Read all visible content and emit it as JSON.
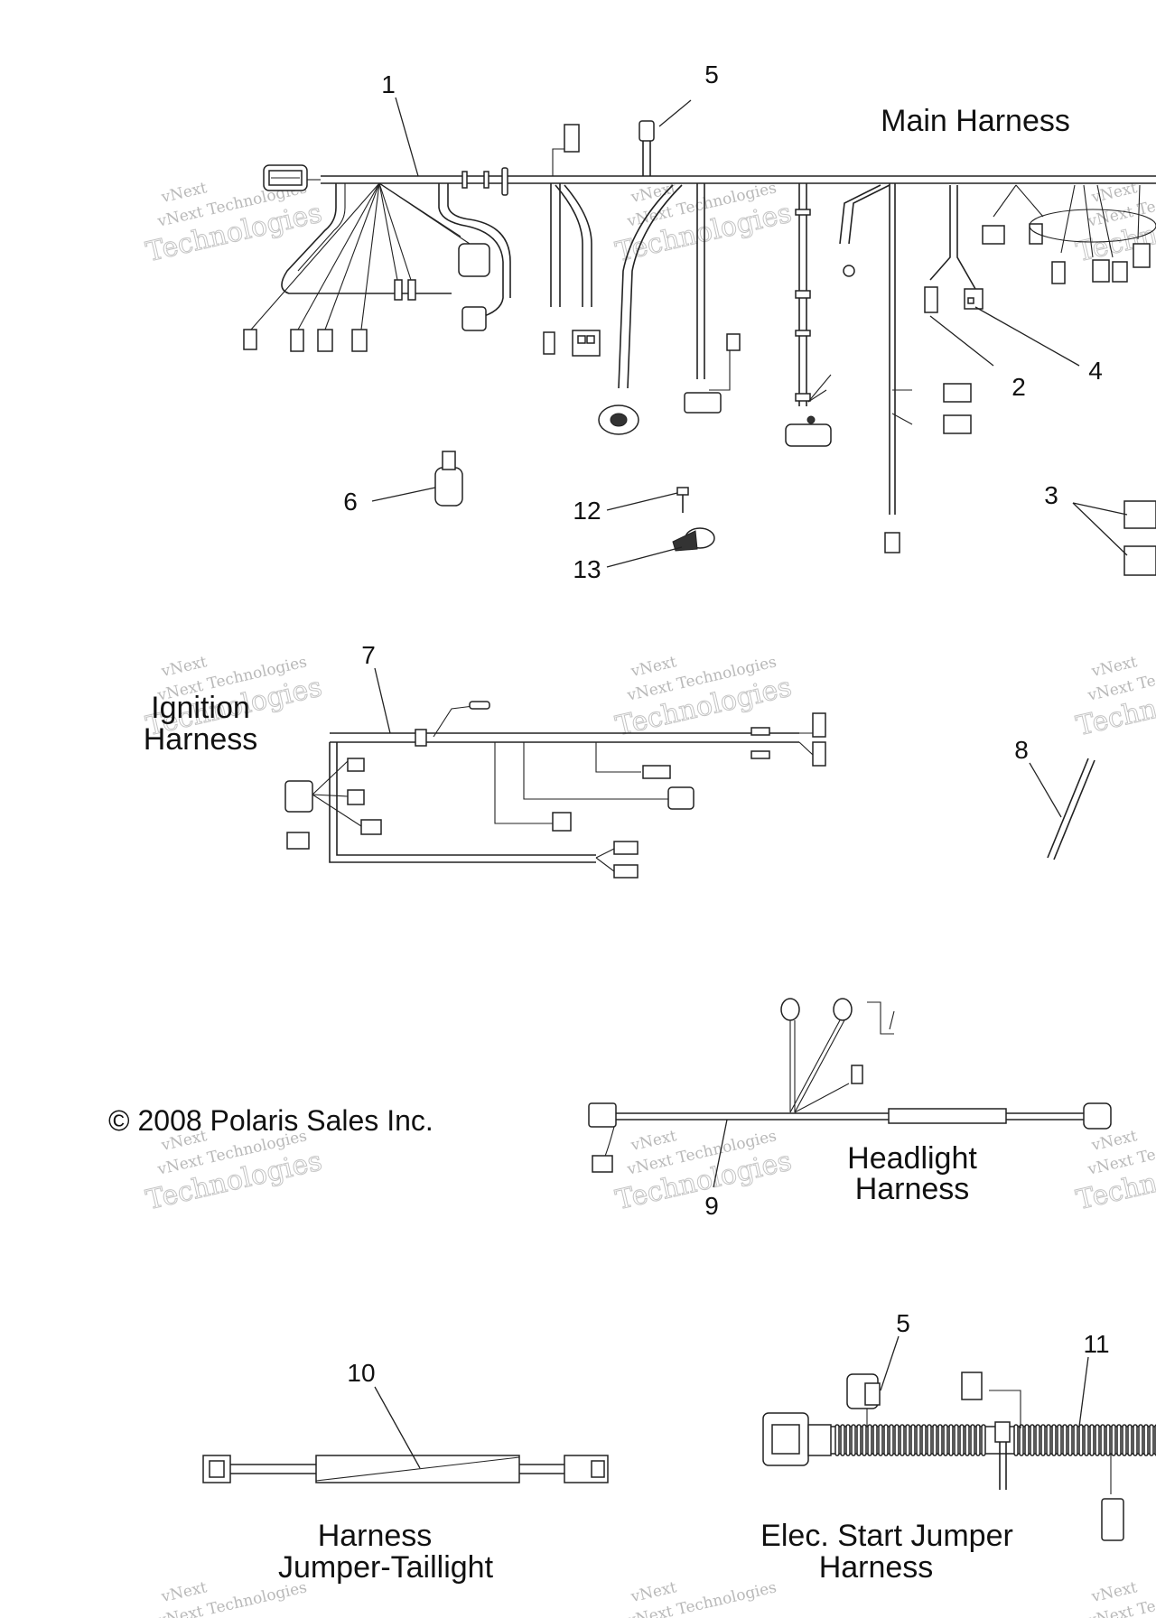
{
  "titles": {
    "main": "Main Harness",
    "ignition_line1": "Ignition",
    "ignition_line2": "Harness",
    "headlight_line1": "Headlight",
    "headlight_line2": "Harness",
    "taillight_line1": "Harness",
    "taillight_line2": "Jumper-Taillight",
    "elec_line1": "Elec. Start Jumper",
    "elec_line2": "Harness"
  },
  "copyright": "© 2008 Polaris Sales Inc.",
  "callouts": [
    "1",
    "5",
    "2",
    "4",
    "3",
    "6",
    "12",
    "13",
    "7",
    "8",
    "9",
    "10",
    "5",
    "11"
  ],
  "watermark": {
    "line1": "vNext Technologies",
    "line2": "Technologies",
    "logo": "vNext"
  }
}
